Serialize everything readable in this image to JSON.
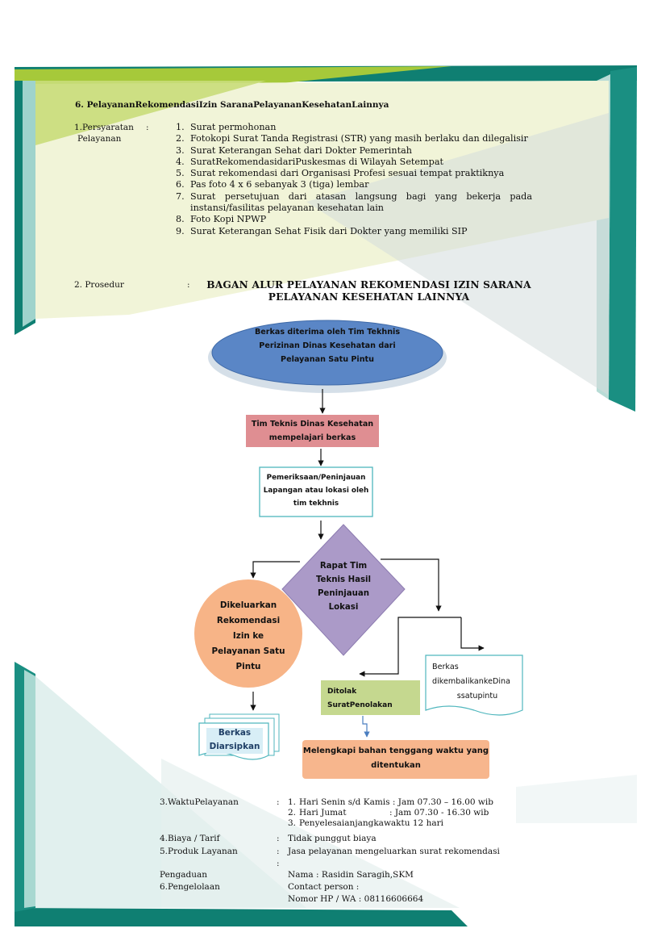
{
  "document": {
    "section_title": "6. PelayananRekomendasiIzin SaranaPelayananKesehatanLainnya",
    "requirements": {
      "label_line1": "1.Persyaratan",
      "label_line2": "Pelayanan",
      "colon": ":",
      "items": [
        {
          "num": "1.",
          "text": "Surat permohonan"
        },
        {
          "num": "2.",
          "text": "Fotokopi Surat Tanda Registrasi (STR) yang masih berlaku dan dilegalisir"
        },
        {
          "num": "3.",
          "text": "Surat Keterangan Sehat dari Dokter Pemerintah"
        },
        {
          "num": "4.",
          "text": "SuratRekomendasidariPuskesmas di Wilayah Setempat"
        },
        {
          "num": "5.",
          "text": "Surat rekomendasi dari Organisasi Profesi sesuai tempat praktiknya"
        },
        {
          "num": "6.",
          "text": "Pas foto 4 x 6 sebanyak 3 (tiga) lembar"
        },
        {
          "num": "7.",
          "text": "Surat persetujuan dari atasan langsung bagi yang bekerja pada instansi/fasilitas pelayanan kesehatan lain"
        },
        {
          "num": "8.",
          "text": "Foto Kopi NPWP"
        },
        {
          "num": "9.",
          "text": "Surat Keterangan Sehat Fisik dari Dokter yang memiliki SIP"
        }
      ]
    },
    "procedure": {
      "label": "2. Prosedur",
      "colon": ":",
      "chart_title_line1": "BAGAN ALUR PELAYANAN REKOMENDASI IZIN SARANA",
      "chart_title_line2": "PELAYANAN KESEHATAN LAINNYA"
    },
    "flowchart": {
      "start_line1": "Berkas diterima oleh Tim Tekhnis",
      "start_line2": "Perizinan Dinas Kesehatan dari",
      "start_line3": "Pelayanan Satu Pintu",
      "step1_line1": "Tim Teknis Dinas Kesehatan",
      "step1_line2": "mempelajari berkas",
      "step2_line1": "Pemeriksaan/Peninjauan",
      "step2_line2": "Lapangan atau lokasi oleh",
      "step2_line3": "tim tekhnis",
      "decision_line1": "Rapat Tim",
      "decision_line2": "Teknis Hasil",
      "decision_line3": "Peninjauan",
      "decision_line4": "Lokasi",
      "issued_line1": "Dikeluarkan",
      "issued_line2": "Rekomendasi",
      "issued_line3": "Izin ke",
      "issued_line4": "Pelayanan Satu",
      "issued_line5": "Pintu",
      "archived_line1": "Berkas",
      "archived_line2": "Diarsipkan",
      "rejected_line1": "Ditolak",
      "rejected_line2": "SuratPenolakan",
      "returned_line1": "Berkas",
      "returned_line2": "dikembalikankeDina",
      "returned_line3": "ssatupintu",
      "complete_line1": "Melengkapi bahan tenggang waktu yang",
      "complete_line2": "ditentukan"
    },
    "service_time": {
      "label": "3.WaktuPelayanan",
      "colon": ":",
      "items": [
        {
          "num": "1.",
          "text": "Hari Senin s/d Kamis : Jam 07.30 – 16.00 wib"
        },
        {
          "num": "2.",
          "text": "Hari Jumat                : Jam 07.30 - 16.30 wib"
        },
        {
          "num": "3.",
          "text": "Penyelesaianjangkawaktu 12 hari"
        }
      ]
    },
    "cost": {
      "label": "4.Biaya / Tarif",
      "colon": ":",
      "value": "Tidak punggut biaya"
    },
    "product": {
      "label": "5.Produk Layanan",
      "colon": ":",
      "value": "Jasa pelayanan mengeluarkan surat rekomendasi",
      "extra_colon": ":"
    },
    "complaint": {
      "label_line1": "Pengaduan",
      "label_line2": "6.Pengelolaan",
      "name": "Nama : Rasidin Saragih,SKM",
      "contact": "Contact person :",
      "phone": "Nomor HP / WA : 08116606664"
    }
  },
  "colors": {
    "teal_dark": "#0f7f72",
    "teal": "#2ba598",
    "lime": "#a6c93a",
    "cream": "#f1f4d8",
    "ellipse": "#5a86c6",
    "step1": "#df8e92",
    "diamond": "#ab9ac8",
    "circle": "#f7b487",
    "rejected": "#c5d88f",
    "complete": "#f7b68d",
    "box_border": "#4fb6bd",
    "archive_text": "#1f3f66",
    "archive_fill": "#d8eef6"
  }
}
